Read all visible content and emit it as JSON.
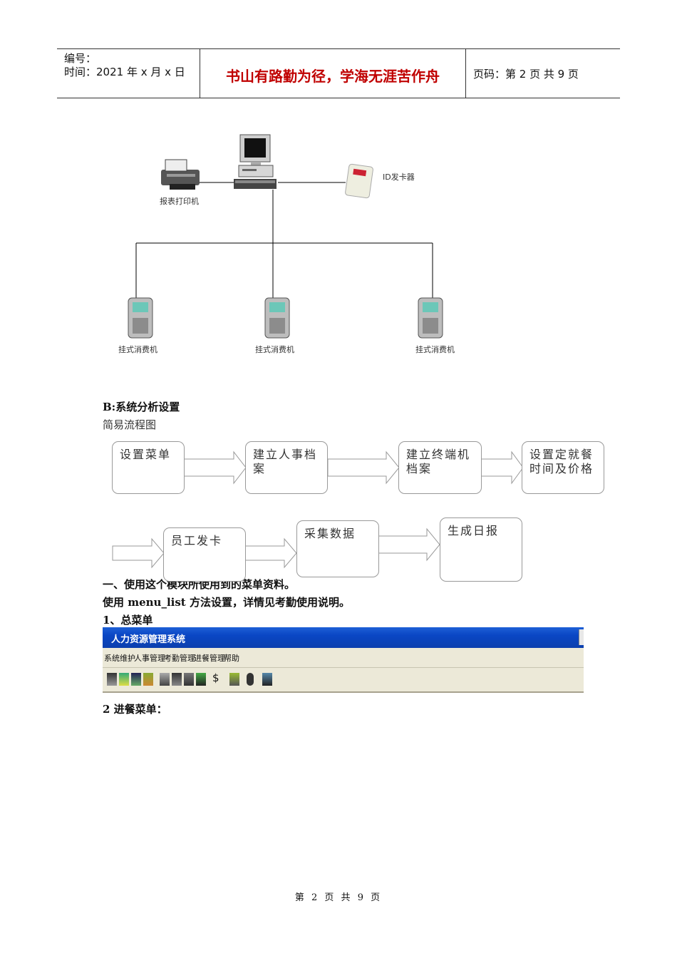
{
  "header": {
    "number_label": "编号：",
    "time_label": "时间：2021 年 x 月 x 日",
    "motto": "书山有路勤为径，学海无涯苦作舟",
    "page_label": "页码：第 2 页  共 9 页"
  },
  "network": {
    "printer_label": "报表打印机",
    "card_issuer_label": "ID发卡器",
    "terminal_labels": [
      "挂式消费机",
      "挂式消费机",
      "挂式消费机"
    ]
  },
  "section_b": {
    "heading": "B:系统分析设置",
    "subheading": "简易流程图"
  },
  "flow": {
    "row1": [
      "设置菜单",
      "建立人事档案",
      "建立终端机档案",
      "设置定就餐时间及价格"
    ],
    "row2": [
      "员工发卡",
      "采集数据",
      "生成日报"
    ]
  },
  "paragraphs": {
    "p1": "一、使用这个模块所使用到的菜单资料。",
    "p2": "使用 menu_list 方法设置，详情见考勤使用说明。",
    "p3": "1、总菜单",
    "p4": "2 进餐菜单："
  },
  "window": {
    "title": "人力资源管理系统",
    "menus": [
      "系统维护",
      "人事管理",
      "考勤管理",
      "进餐管理",
      "帮助"
    ]
  },
  "footer": "第 2 页 共 9 页"
}
